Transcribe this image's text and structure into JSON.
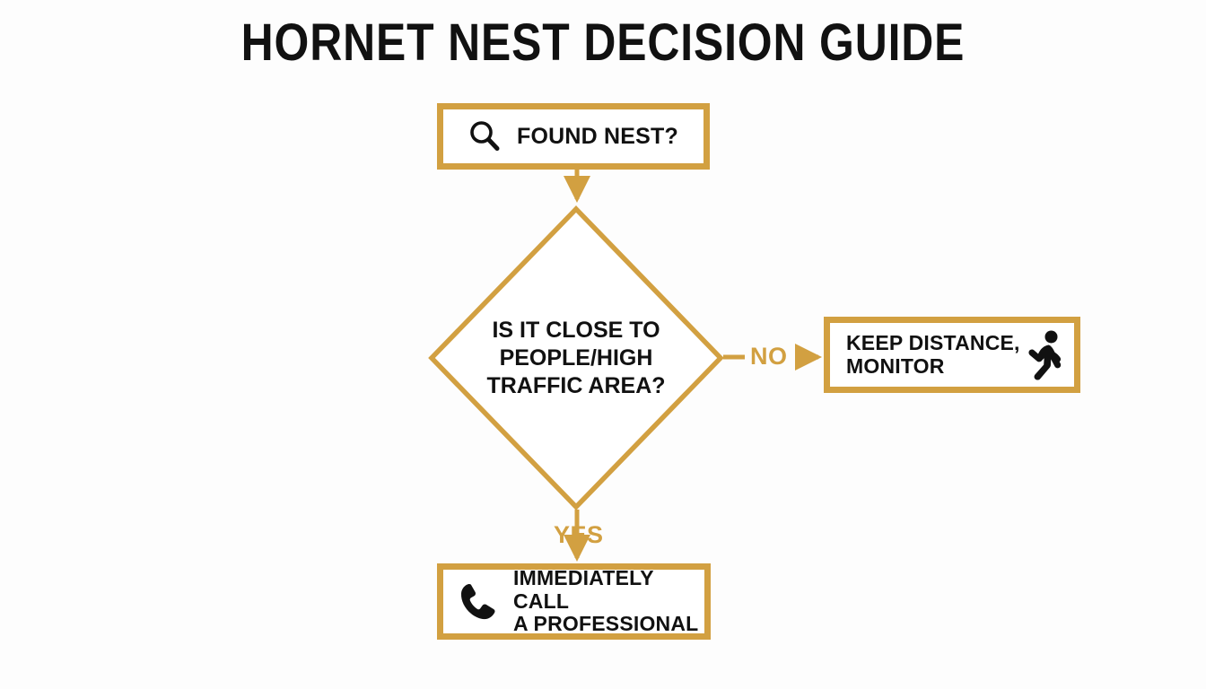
{
  "page": {
    "title": "HORNET NEST DECISION GUIDE",
    "background_color": "#fdfdfd",
    "accent_color": "#d2a041",
    "text_color": "#111111"
  },
  "flowchart": {
    "type": "decision-flowchart",
    "nodes": [
      {
        "id": "found-nest",
        "shape": "rectangle",
        "label": "FOUND NEST?",
        "icon": "magnifier-icon"
      },
      {
        "id": "close-to-people",
        "shape": "diamond",
        "label": "IS IT CLOSE TO\nPEOPLE/HIGH\nTRAFFIC AREA?",
        "icon": null
      },
      {
        "id": "keep-distance",
        "shape": "rectangle",
        "label": "KEEP DISTANCE,\nMONITOR",
        "icon": "walking-person-icon"
      },
      {
        "id": "call-professional",
        "shape": "rectangle",
        "label": "IMMEDIATELY CALL\nA PROFESSIONAL",
        "icon": "phone-icon"
      }
    ],
    "edges": [
      {
        "id": "edge-start",
        "from": "found-nest",
        "to": "close-to-people",
        "label": ""
      },
      {
        "id": "edge-no",
        "from": "close-to-people",
        "to": "keep-distance",
        "label": "NO"
      },
      {
        "id": "edge-yes",
        "from": "close-to-people",
        "to": "call-professional",
        "label": "YES"
      }
    ]
  }
}
